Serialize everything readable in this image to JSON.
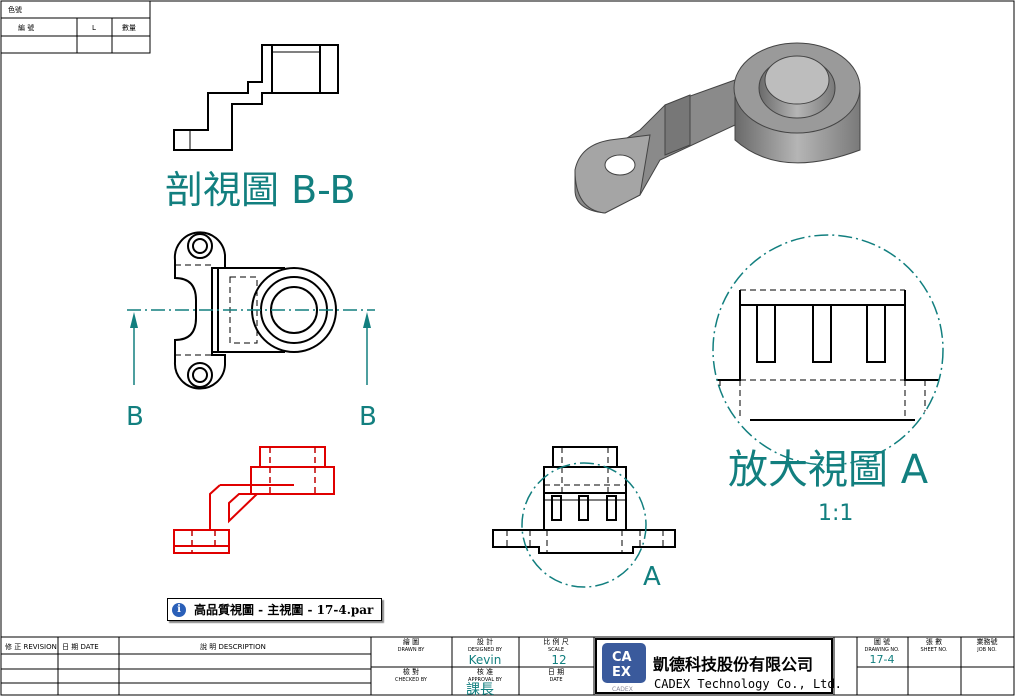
{
  "parts_table": {
    "title": "色號",
    "headers": [
      "編  號",
      "L",
      "數量"
    ]
  },
  "views": {
    "section_title": "剖視圖 B-B",
    "section_label_left": "B",
    "section_label_right": "B",
    "detail_title": "放大視圖 A",
    "detail_scale": "1:1",
    "detail_marker": "A"
  },
  "tooltip": {
    "icon": "info-icon",
    "text": "高品質視圖 - 主視圖 - 17-4.par"
  },
  "title_block": {
    "revision": "修 正 REVISION",
    "date": "日 期   DATE",
    "description": "說 明    DESCRIPTION",
    "drawn_by": {
      "cn": "繪  圖",
      "en": "DRAWN BY"
    },
    "designed_by": {
      "cn": "設  計",
      "en": "DESIGNED BY",
      "value": "Kevin"
    },
    "scale": {
      "cn": "比 例 尺",
      "en": "SCALE",
      "value": "12"
    },
    "checked_by": {
      "cn": "檢  對",
      "en": "CHECKED BY"
    },
    "approval_by": {
      "cn": "核  准",
      "en": "APPROVAL BY",
      "value": "課長"
    },
    "date_field": {
      "cn": "日  期",
      "en": "DATE"
    },
    "company_logo": {
      "line1": "CA",
      "line2": "EX",
      "sub": "CADEX"
    },
    "company_cn": "凱德科技股份有限公司",
    "company_en": "CADEX Technology Co., Ltd.",
    "drawing_no": {
      "cn": "圖  號",
      "en": "DRAWING NO.",
      "value": "17-4"
    },
    "sheet_no": {
      "cn": "張  數",
      "en": "SHEET NO."
    },
    "job_no": {
      "cn": "業務號",
      "en": "JOB NO."
    }
  },
  "colors": {
    "annotation": "#127f7f",
    "highlight": "#e00000"
  }
}
